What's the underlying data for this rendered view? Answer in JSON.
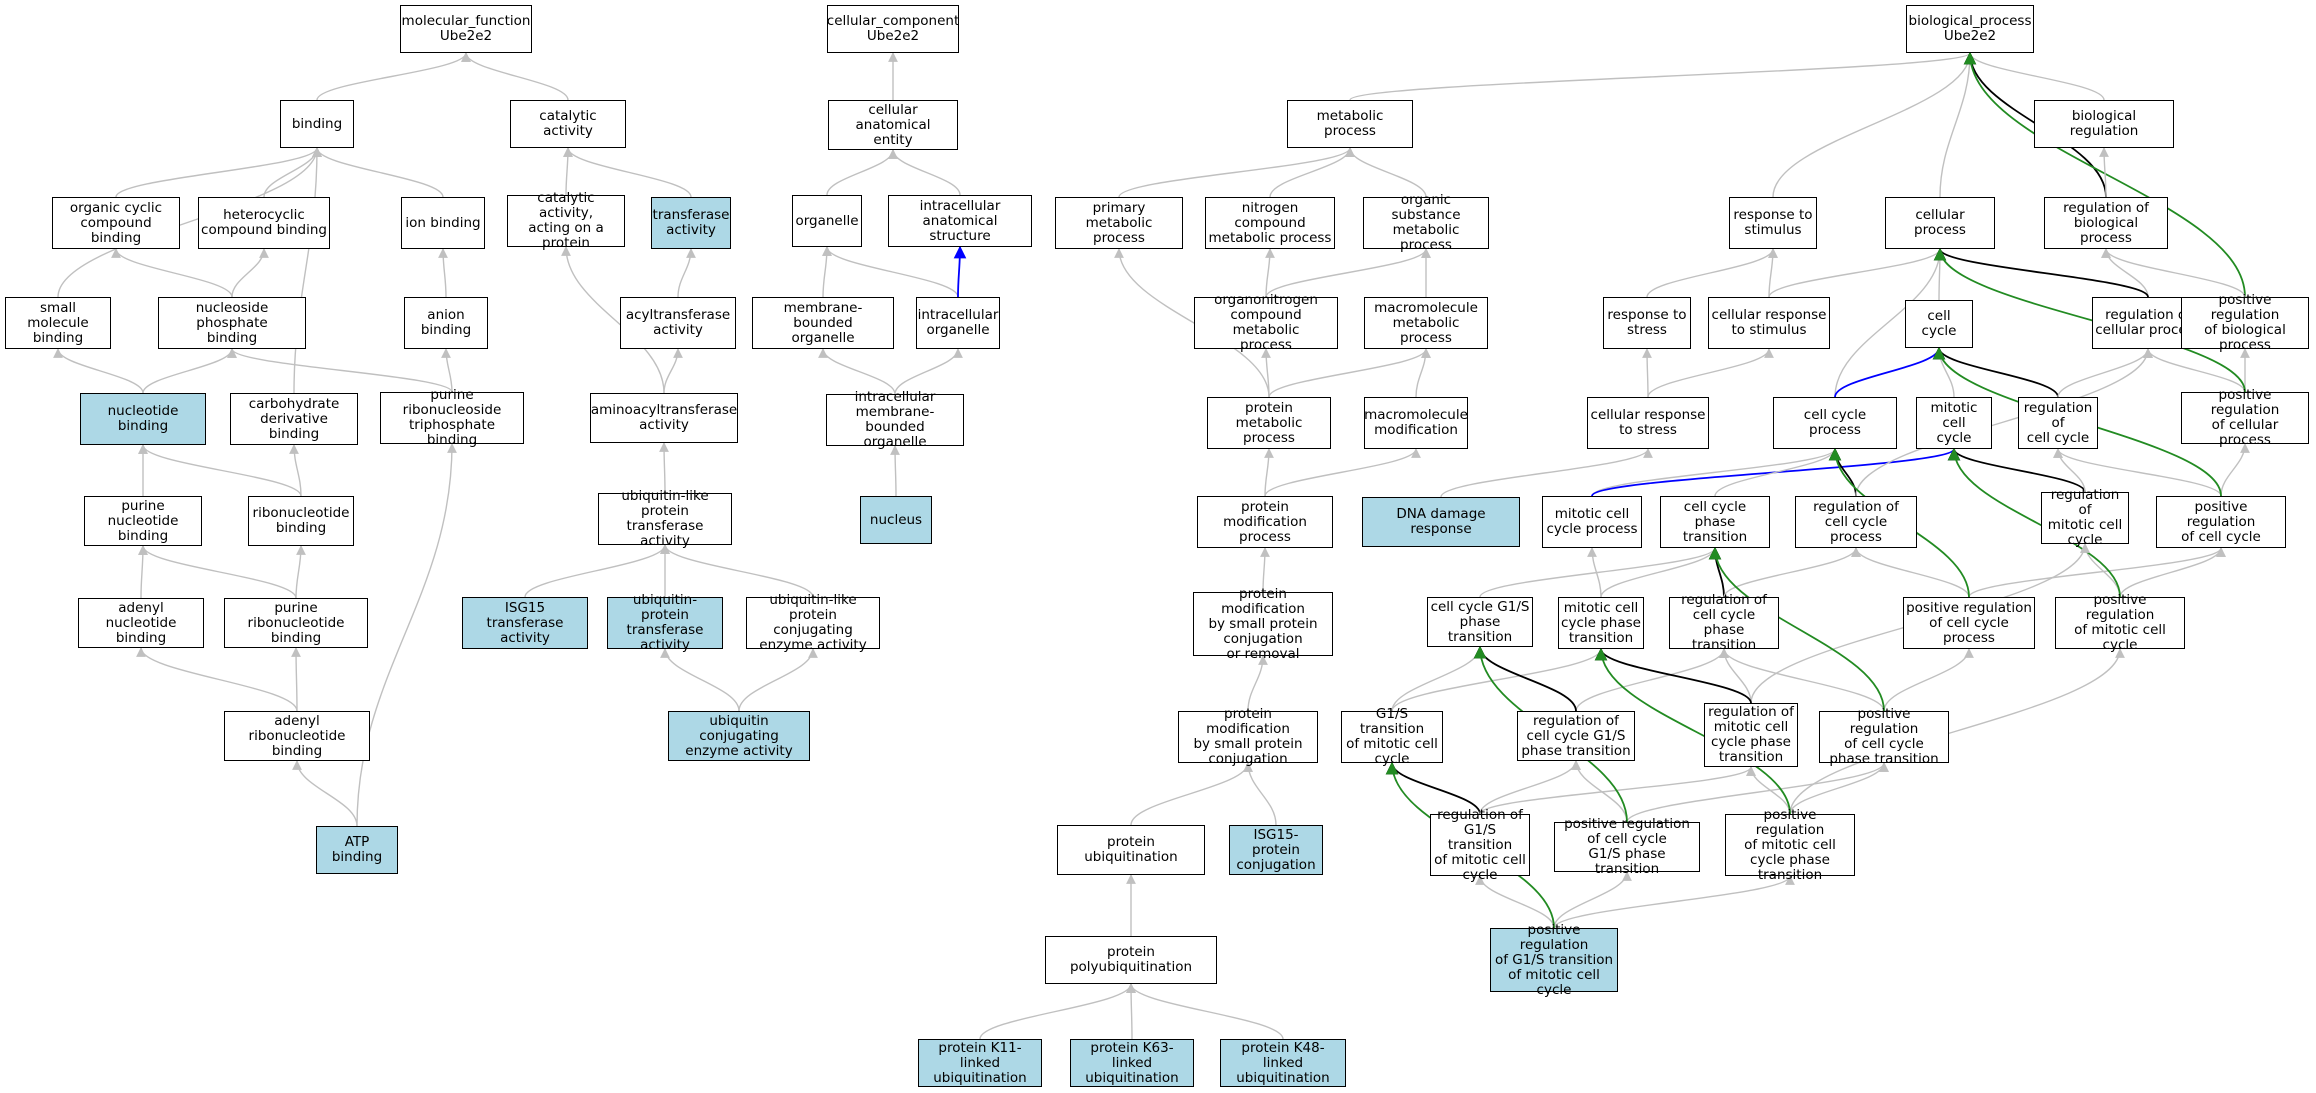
{
  "colors": {
    "gray_edge": "#c0c0c0",
    "black_edge": "#000000",
    "green_edge": "#228b22",
    "blue_edge": "#0000ff",
    "highlight_fill": "#add8e6"
  },
  "nodes": {
    "mf_root": {
      "label": "molecular_function\nUbe2e2",
      "highlighted": false
    },
    "binding": {
      "label": "binding",
      "highlighted": false
    },
    "catalytic": {
      "label": "catalytic activity",
      "highlighted": false
    },
    "org_cyclic": {
      "label": "organic cyclic\ncompound binding",
      "highlighted": false
    },
    "heterocyclic": {
      "label": "heterocyclic\ncompound binding",
      "highlighted": false
    },
    "ion_binding": {
      "label": "ion binding",
      "highlighted": false
    },
    "cat_protein": {
      "label": "catalytic activity,\nacting on a\nprotein",
      "highlighted": false
    },
    "transferase": {
      "label": "transferase\nactivity",
      "highlighted": true
    },
    "small_mol": {
      "label": "small molecule\nbinding",
      "highlighted": false
    },
    "nucleoside_p": {
      "label": "nucleoside phosphate\nbinding",
      "highlighted": false
    },
    "anion": {
      "label": "anion binding",
      "highlighted": false
    },
    "acyltrans": {
      "label": "acyltransferase\nactivity",
      "highlighted": false
    },
    "nucleotide": {
      "label": "nucleotide binding",
      "highlighted": true
    },
    "carb_deriv": {
      "label": "carbohydrate\nderivative binding",
      "highlighted": false
    },
    "purine_rns_tp": {
      "label": "purine ribonucleoside\ntriphosphate\nbinding",
      "highlighted": false
    },
    "aminoacyl": {
      "label": "aminoacyltransferase\nactivity",
      "highlighted": false
    },
    "purine_nt": {
      "label": "purine nucleotide\nbinding",
      "highlighted": false
    },
    "ribonucleotide": {
      "label": "ribonucleotide\nbinding",
      "highlighted": false
    },
    "ubl_transferase": {
      "label": "ubiquitin-like\nprotein transferase\nactivity",
      "highlighted": false
    },
    "adenyl_nt": {
      "label": "adenyl nucleotide\nbinding",
      "highlighted": false
    },
    "purine_rnt": {
      "label": "purine ribonucleotide\nbinding",
      "highlighted": false
    },
    "isg15_trans": {
      "label": "ISG15 transferase\nactivity",
      "highlighted": true
    },
    "ub_transferase": {
      "label": "ubiquitin-protein\ntransferase\nactivity",
      "highlighted": true
    },
    "ubl_conj": {
      "label": "ubiquitin-like\nprotein conjugating\nenzyme activity",
      "highlighted": false
    },
    "adenyl_rnt": {
      "label": "adenyl ribonucleotide\nbinding",
      "highlighted": false
    },
    "ub_conj": {
      "label": "ubiquitin conjugating\nenzyme activity",
      "highlighted": true
    },
    "atp": {
      "label": "ATP binding",
      "highlighted": true
    },
    "cc_root": {
      "label": "cellular_component\nUbe2e2",
      "highlighted": false
    },
    "anat_entity": {
      "label": "cellular anatomical\nentity",
      "highlighted": false
    },
    "organelle": {
      "label": "organelle",
      "highlighted": false
    },
    "intra_anat": {
      "label": "intracellular\nanatomical structure",
      "highlighted": false
    },
    "membrane_org": {
      "label": "membrane-bounded\norganelle",
      "highlighted": false
    },
    "intra_org": {
      "label": "intracellular\norganelle",
      "highlighted": false
    },
    "intra_mem_org": {
      "label": "intracellular\nmembrane-bounded\norganelle",
      "highlighted": false
    },
    "nucleus": {
      "label": "nucleus",
      "highlighted": true
    },
    "bp_root": {
      "label": "biological_process\nUbe2e2",
      "highlighted": false
    },
    "metabolic": {
      "label": "metabolic process",
      "highlighted": false
    },
    "bio_reg": {
      "label": "biological regulation",
      "highlighted": false
    },
    "primary_met": {
      "label": "primary metabolic\nprocess",
      "highlighted": false
    },
    "nitrogen_met": {
      "label": "nitrogen compound\nmetabolic process",
      "highlighted": false
    },
    "org_subst_met": {
      "label": "organic substance\nmetabolic process",
      "highlighted": false
    },
    "resp_stim": {
      "label": "response to\nstimulus",
      "highlighted": false
    },
    "cell_process": {
      "label": "cellular process",
      "highlighted": false
    },
    "reg_bio": {
      "label": "regulation of\nbiological process",
      "highlighted": false
    },
    "organonitrogen": {
      "label": "organonitrogen\ncompound metabolic\nprocess",
      "highlighted": false
    },
    "macromol_met": {
      "label": "macromolecule\nmetabolic process",
      "highlighted": false
    },
    "resp_stress": {
      "label": "response to\nstress",
      "highlighted": false
    },
    "cell_resp_stim": {
      "label": "cellular response\nto stimulus",
      "highlighted": false
    },
    "cell_cycle": {
      "label": "cell cycle",
      "highlighted": false
    },
    "reg_cellular": {
      "label": "regulation of\ncellular process",
      "highlighted": false
    },
    "pos_reg_bio": {
      "label": "positive regulation\nof biological\nprocess",
      "highlighted": false
    },
    "protein_met": {
      "label": "protein metabolic\nprocess",
      "highlighted": false
    },
    "macromol_mod": {
      "label": "macromolecule\nmodification",
      "highlighted": false
    },
    "cell_resp_stress": {
      "label": "cellular response\nto stress",
      "highlighted": false
    },
    "cc_process": {
      "label": "cell cycle process",
      "highlighted": false
    },
    "mitotic_cc": {
      "label": "mitotic cell\ncycle",
      "highlighted": false
    },
    "reg_cc": {
      "label": "regulation of\ncell cycle",
      "highlighted": false
    },
    "pos_reg_cellular": {
      "label": "positive regulation\nof cellular\nprocess",
      "highlighted": false
    },
    "prot_mod": {
      "label": "protein modification\nprocess",
      "highlighted": false
    },
    "dna_damage": {
      "label": "DNA damage response",
      "highlighted": true
    },
    "mitotic_ccp": {
      "label": "mitotic cell\ncycle process",
      "highlighted": false
    },
    "cc_phase_trans": {
      "label": "cell cycle phase\ntransition",
      "highlighted": false
    },
    "reg_ccp": {
      "label": "regulation of\ncell cycle process",
      "highlighted": false
    },
    "reg_mitotic_cc": {
      "label": "regulation of\nmitotic cell\ncycle",
      "highlighted": false
    },
    "pos_reg_cc": {
      "label": "positive regulation\nof cell cycle",
      "highlighted": false
    },
    "prot_mod_small_rem": {
      "label": "protein modification\nby small protein\nconjugation\nor removal",
      "highlighted": false
    },
    "cc_g1s": {
      "label": "cell cycle G1/S\nphase transition",
      "highlighted": false
    },
    "mitotic_phase_trans": {
      "label": "mitotic cell\ncycle phase\ntransition",
      "highlighted": false
    },
    "reg_cc_phase": {
      "label": "regulation of\ncell cycle phase\ntransition",
      "highlighted": false
    },
    "pos_reg_ccp": {
      "label": "positive regulation\nof cell cycle\nprocess",
      "highlighted": false
    },
    "pos_reg_mitotic_cc": {
      "label": "positive regulation\nof mitotic cell\ncycle",
      "highlighted": false
    },
    "prot_mod_small": {
      "label": "protein modification\nby small protein\nconjugation",
      "highlighted": false
    },
    "g1s_mitotic": {
      "label": "G1/S transition\nof mitotic cell\ncycle",
      "highlighted": false
    },
    "reg_cc_g1s": {
      "label": "regulation of\ncell cycle G1/S\nphase transition",
      "highlighted": false
    },
    "reg_mitotic_phase": {
      "label": "regulation of\nmitotic cell\ncycle phase\ntransition",
      "highlighted": false
    },
    "pos_reg_cc_phase": {
      "label": "positive regulation\nof cell cycle\nphase transition",
      "highlighted": false
    },
    "prot_ubiq": {
      "label": "protein ubiquitination",
      "highlighted": false
    },
    "isg15_conj": {
      "label": "ISG15-protein\nconjugation",
      "highlighted": true
    },
    "reg_g1s_mitotic": {
      "label": "regulation of\nG1/S transition\nof mitotic cell\ncycle",
      "highlighted": false
    },
    "pos_reg_cc_g1s": {
      "label": "positive regulation\nof cell cycle\nG1/S phase transition",
      "highlighted": false
    },
    "pos_reg_mitotic_phase": {
      "label": "positive regulation\nof mitotic cell\ncycle phase\ntransition",
      "highlighted": false
    },
    "prot_polyubiq": {
      "label": "protein polyubiquitination",
      "highlighted": false
    },
    "pos_reg_g1s_mitotic": {
      "label": "positive regulation\nof G1/S transition\nof mitotic cell\ncycle",
      "highlighted": true
    },
    "k11": {
      "label": "protein K11-linked\nubiquitination",
      "highlighted": true
    },
    "k63": {
      "label": "protein K63-linked\nubiquitination",
      "highlighted": true
    },
    "k48": {
      "label": "protein K48-linked\nubiquitination",
      "highlighted": true
    }
  },
  "edges": [
    [
      "binding",
      "mf_root",
      "is_a"
    ],
    [
      "catalytic",
      "mf_root",
      "is_a"
    ],
    [
      "org_cyclic",
      "binding",
      "is_a"
    ],
    [
      "heterocyclic",
      "binding",
      "is_a"
    ],
    [
      "ion_binding",
      "binding",
      "is_a"
    ],
    [
      "small_mol",
      "binding",
      "is_a"
    ],
    [
      "carb_deriv",
      "binding",
      "is_a"
    ],
    [
      "cat_protein",
      "catalytic",
      "is_a"
    ],
    [
      "transferase",
      "catalytic",
      "is_a"
    ],
    [
      "nucleoside_p",
      "org_cyclic",
      "is_a"
    ],
    [
      "nucleoside_p",
      "heterocyclic",
      "is_a"
    ],
    [
      "anion",
      "ion_binding",
      "is_a"
    ],
    [
      "nucleotide",
      "small_mol",
      "is_a"
    ],
    [
      "nucleotide",
      "nucleoside_p",
      "is_a"
    ],
    [
      "purine_rns_tp",
      "nucleoside_p",
      "is_a"
    ],
    [
      "purine_rns_tp",
      "anion",
      "is_a"
    ],
    [
      "acyltrans",
      "transferase",
      "is_a"
    ],
    [
      "aminoacyl",
      "acyltrans",
      "is_a"
    ],
    [
      "aminoacyl",
      "cat_protein",
      "is_a"
    ],
    [
      "purine_nt",
      "nucleotide",
      "is_a"
    ],
    [
      "ribonucleotide",
      "nucleotide",
      "is_a"
    ],
    [
      "ribonucleotide",
      "carb_deriv",
      "is_a"
    ],
    [
      "ubl_transferase",
      "aminoacyl",
      "is_a"
    ],
    [
      "adenyl_nt",
      "purine_nt",
      "is_a"
    ],
    [
      "purine_rnt",
      "purine_nt",
      "is_a"
    ],
    [
      "purine_rnt",
      "ribonucleotide",
      "is_a"
    ],
    [
      "isg15_trans",
      "ubl_transferase",
      "is_a"
    ],
    [
      "ub_transferase",
      "ubl_transferase",
      "is_a"
    ],
    [
      "ubl_conj",
      "ubl_transferase",
      "is_a"
    ],
    [
      "adenyl_rnt",
      "adenyl_nt",
      "is_a"
    ],
    [
      "adenyl_rnt",
      "purine_rnt",
      "is_a"
    ],
    [
      "ub_conj",
      "ub_transferase",
      "is_a"
    ],
    [
      "ub_conj",
      "ubl_conj",
      "is_a"
    ],
    [
      "atp",
      "adenyl_rnt",
      "is_a"
    ],
    [
      "atp",
      "purine_rns_tp",
      "is_a"
    ],
    [
      "anat_entity",
      "cc_root",
      "is_a"
    ],
    [
      "organelle",
      "anat_entity",
      "is_a"
    ],
    [
      "intra_anat",
      "anat_entity",
      "is_a"
    ],
    [
      "membrane_org",
      "organelle",
      "is_a"
    ],
    [
      "intra_org",
      "organelle",
      "is_a"
    ],
    [
      "intra_org",
      "intra_anat",
      "part_of"
    ],
    [
      "intra_mem_org",
      "membrane_org",
      "is_a"
    ],
    [
      "intra_mem_org",
      "intra_org",
      "is_a"
    ],
    [
      "nucleus",
      "intra_mem_org",
      "is_a"
    ],
    [
      "metabolic",
      "bp_root",
      "is_a"
    ],
    [
      "bio_reg",
      "bp_root",
      "is_a"
    ],
    [
      "resp_stim",
      "bp_root",
      "is_a"
    ],
    [
      "cell_process",
      "bp_root",
      "is_a"
    ],
    [
      "reg_bio",
      "bp_root",
      "regulates"
    ],
    [
      "pos_reg_bio",
      "bp_root",
      "positively_regulates"
    ],
    [
      "primary_met",
      "metabolic",
      "is_a"
    ],
    [
      "nitrogen_met",
      "metabolic",
      "is_a"
    ],
    [
      "org_subst_met",
      "metabolic",
      "is_a"
    ],
    [
      "reg_bio",
      "bio_reg",
      "is_a"
    ],
    [
      "organonitrogen",
      "nitrogen_met",
      "is_a"
    ],
    [
      "organonitrogen",
      "org_subst_met",
      "is_a"
    ],
    [
      "macromol_met",
      "org_subst_met",
      "is_a"
    ],
    [
      "resp_stress",
      "resp_stim",
      "is_a"
    ],
    [
      "cell_resp_stim",
      "resp_stim",
      "is_a"
    ],
    [
      "cell_resp_stim",
      "cell_process",
      "is_a"
    ],
    [
      "cell_cycle",
      "cell_process",
      "is_a"
    ],
    [
      "cc_process",
      "cell_process",
      "is_a"
    ],
    [
      "reg_cellular",
      "reg_bio",
      "is_a"
    ],
    [
      "reg_cellular",
      "cell_process",
      "regulates"
    ],
    [
      "pos_reg_bio",
      "reg_bio",
      "is_a"
    ],
    [
      "protein_met",
      "primary_met",
      "is_a"
    ],
    [
      "protein_met",
      "organonitrogen",
      "is_a"
    ],
    [
      "protein_met",
      "macromol_met",
      "is_a"
    ],
    [
      "macromol_mod",
      "macromol_met",
      "is_a"
    ],
    [
      "cell_resp_stress",
      "resp_stress",
      "is_a"
    ],
    [
      "cell_resp_stress",
      "cell_resp_stim",
      "is_a"
    ],
    [
      "cc_process",
      "cell_cycle",
      "part_of"
    ],
    [
      "mitotic_cc",
      "cell_cycle",
      "is_a"
    ],
    [
      "reg_cc",
      "cell_cycle",
      "regulates"
    ],
    [
      "reg_cc",
      "reg_cellular",
      "is_a"
    ],
    [
      "pos_reg_cellular",
      "reg_cellular",
      "is_a"
    ],
    [
      "pos_reg_cellular",
      "pos_reg_bio",
      "is_a"
    ],
    [
      "pos_reg_cellular",
      "cell_process",
      "positively_regulates"
    ],
    [
      "prot_mod",
      "protein_met",
      "is_a"
    ],
    [
      "prot_mod",
      "macromol_mod",
      "is_a"
    ],
    [
      "dna_damage",
      "cell_resp_stress",
      "is_a"
    ],
    [
      "mitotic_ccp",
      "cc_process",
      "is_a"
    ],
    [
      "mitotic_ccp",
      "mitotic_cc",
      "part_of"
    ],
    [
      "cc_phase_trans",
      "cc_process",
      "is_a"
    ],
    [
      "reg_ccp",
      "cc_process",
      "regulates"
    ],
    [
      "reg_ccp",
      "reg_cellular",
      "is_a"
    ],
    [
      "reg_mitotic_cc",
      "mitotic_cc",
      "regulates"
    ],
    [
      "reg_mitotic_cc",
      "reg_cc",
      "is_a"
    ],
    [
      "pos_reg_cc",
      "reg_cc",
      "is_a"
    ],
    [
      "pos_reg_cc",
      "pos_reg_cellular",
      "is_a"
    ],
    [
      "pos_reg_cc",
      "cell_cycle",
      "positively_regulates"
    ],
    [
      "prot_mod_small_rem",
      "prot_mod",
      "is_a"
    ],
    [
      "cc_g1s",
      "cc_phase_trans",
      "is_a"
    ],
    [
      "mitotic_phase_trans",
      "cc_phase_trans",
      "is_a"
    ],
    [
      "mitotic_phase_trans",
      "mitotic_ccp",
      "is_a"
    ],
    [
      "reg_cc_phase",
      "cc_phase_trans",
      "regulates"
    ],
    [
      "reg_cc_phase",
      "reg_ccp",
      "is_a"
    ],
    [
      "pos_reg_ccp",
      "reg_ccp",
      "is_a"
    ],
    [
      "pos_reg_ccp",
      "pos_reg_cc",
      "is_a"
    ],
    [
      "pos_reg_ccp",
      "cc_process",
      "positively_regulates"
    ],
    [
      "pos_reg_mitotic_cc",
      "reg_mitotic_cc",
      "is_a"
    ],
    [
      "pos_reg_mitotic_cc",
      "pos_reg_cc",
      "is_a"
    ],
    [
      "pos_reg_mitotic_cc",
      "mitotic_cc",
      "positively_regulates"
    ],
    [
      "prot_mod_small",
      "prot_mod_small_rem",
      "is_a"
    ],
    [
      "g1s_mitotic",
      "cc_g1s",
      "is_a"
    ],
    [
      "g1s_mitotic",
      "mitotic_phase_trans",
      "is_a"
    ],
    [
      "reg_cc_g1s",
      "reg_cc_phase",
      "is_a"
    ],
    [
      "reg_cc_g1s",
      "cc_g1s",
      "regulates"
    ],
    [
      "reg_mitotic_phase",
      "reg_cc_phase",
      "is_a"
    ],
    [
      "reg_mitotic_phase",
      "reg_mitotic_cc",
      "is_a"
    ],
    [
      "reg_mitotic_phase",
      "mitotic_phase_trans",
      "regulates"
    ],
    [
      "pos_reg_cc_phase",
      "reg_cc_phase",
      "is_a"
    ],
    [
      "pos_reg_cc_phase",
      "pos_reg_ccp",
      "is_a"
    ],
    [
      "pos_reg_cc_phase",
      "cc_phase_trans",
      "positively_regulates"
    ],
    [
      "prot_ubiq",
      "prot_mod_small",
      "is_a"
    ],
    [
      "isg15_conj",
      "prot_mod_small",
      "is_a"
    ],
    [
      "reg_g1s_mitotic",
      "g1s_mitotic",
      "regulates"
    ],
    [
      "reg_g1s_mitotic",
      "reg_cc_g1s",
      "is_a"
    ],
    [
      "reg_g1s_mitotic",
      "reg_mitotic_phase",
      "is_a"
    ],
    [
      "pos_reg_cc_g1s",
      "reg_cc_g1s",
      "is_a"
    ],
    [
      "pos_reg_cc_g1s",
      "pos_reg_cc_phase",
      "is_a"
    ],
    [
      "pos_reg_cc_g1s",
      "cc_g1s",
      "positively_regulates"
    ],
    [
      "pos_reg_mitotic_phase",
      "reg_mitotic_phase",
      "is_a"
    ],
    [
      "pos_reg_mitotic_phase",
      "pos_reg_cc_phase",
      "is_a"
    ],
    [
      "pos_reg_mitotic_phase",
      "pos_reg_mitotic_cc",
      "is_a"
    ],
    [
      "pos_reg_mitotic_phase",
      "mitotic_phase_trans",
      "positively_regulates"
    ],
    [
      "prot_polyubiq",
      "prot_ubiq",
      "is_a"
    ],
    [
      "pos_reg_g1s_mitotic",
      "reg_g1s_mitotic",
      "is_a"
    ],
    [
      "pos_reg_g1s_mitotic",
      "pos_reg_cc_g1s",
      "is_a"
    ],
    [
      "pos_reg_g1s_mitotic",
      "pos_reg_mitotic_phase",
      "is_a"
    ],
    [
      "pos_reg_g1s_mitotic",
      "g1s_mitotic",
      "positively_regulates"
    ],
    [
      "k11",
      "prot_polyubiq",
      "is_a"
    ],
    [
      "k63",
      "prot_polyubiq",
      "is_a"
    ],
    [
      "k48",
      "prot_polyubiq",
      "is_a"
    ]
  ]
}
